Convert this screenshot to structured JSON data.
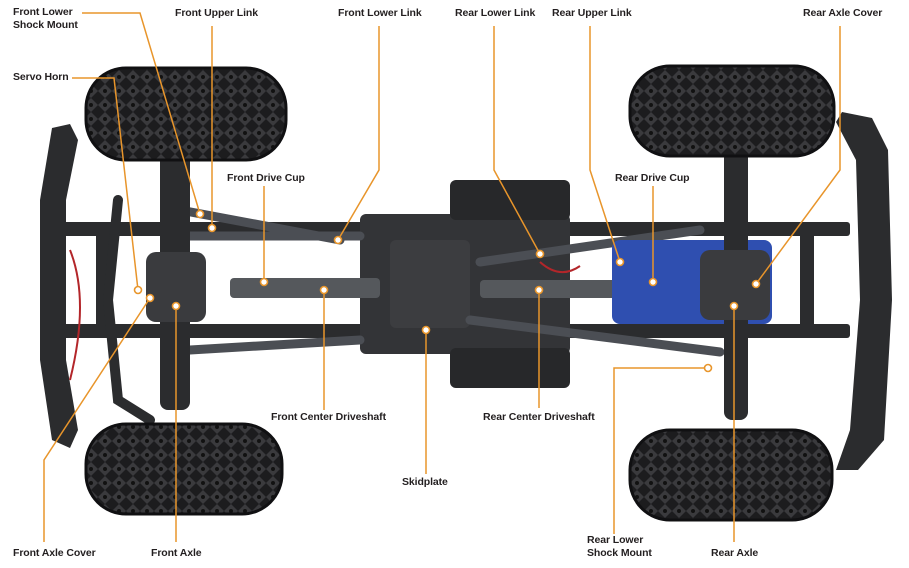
{
  "colors": {
    "leader": "#e8952b",
    "chassis": "#2b2c2e",
    "tire": "#1c1c1e",
    "link": "#4b4e54",
    "blue_accent": "#2f4fb0",
    "red_wire": "#b3262a"
  },
  "labels": {
    "front_lower_shock_mount": "Front Lower\nShock Mount",
    "front_upper_link": "Front Upper Link",
    "front_lower_link": "Front Lower Link",
    "rear_lower_link": "Rear Lower Link",
    "rear_upper_link": "Rear Upper Link",
    "rear_axle_cover": "Rear Axle Cover",
    "servo_horn": "Servo Horn",
    "front_drive_cup": "Front Drive Cup",
    "rear_drive_cup": "Rear Drive Cup",
    "front_center_driveshaft": "Front Center Driveshaft",
    "rear_center_driveshaft": "Rear Center Driveshaft",
    "skidplate": "Skidplate",
    "front_axle_cover": "Front Axle Cover",
    "front_axle": "Front Axle",
    "rear_lower_shock_mount": "Rear Lower\nShock Mount",
    "rear_axle": "Rear Axle"
  }
}
